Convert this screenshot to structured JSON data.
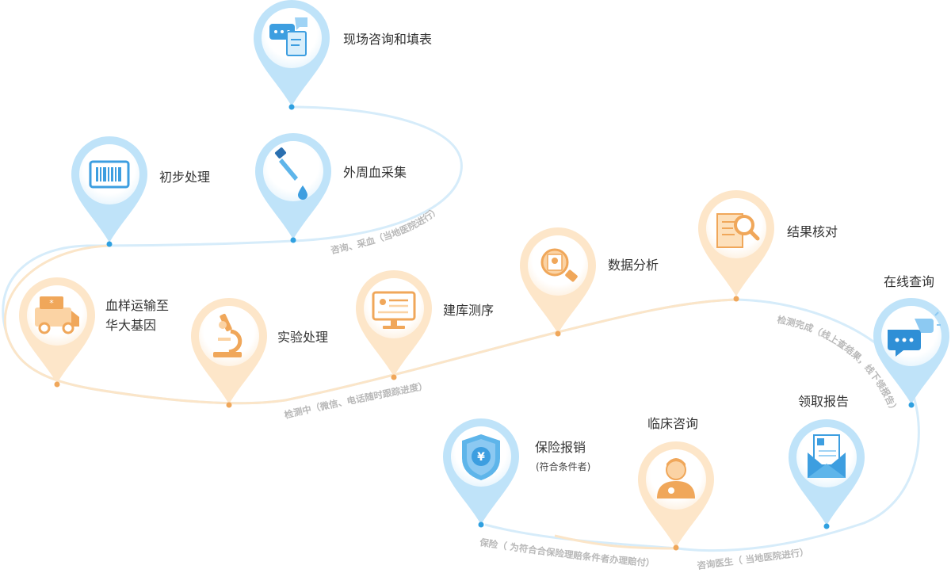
{
  "steps": {
    "consult_form": "现场咨询和填表",
    "blood_collect": "外周血采集",
    "preprocess": "初步处理",
    "transport_line1": "血样运输至",
    "transport_line2": "华大基因",
    "lab_process": "实验处理",
    "library_seq": "建库测序",
    "data_analysis": "数据分析",
    "result_check": "结果核对",
    "online_query": "在线查询",
    "get_report": "领取报告",
    "clinical_consult": "临床咨询",
    "insurance": "保险报销",
    "insurance_note": "(符合条件者)"
  },
  "path_notes": {
    "consult_collect": "咨询、采血（当地医院进行）",
    "in_testing": "检测中（微信、电话随时跟踪进度）",
    "test_done": "检测完成（线上查结果，线下领报告）",
    "doctor_consult": "咨询医生（ 当地医院进行）",
    "insurance_path": "保险（ 为符合合保险理赔条件者办理赔付）"
  },
  "colors": {
    "blue_pin": "#bfe3f9",
    "blue_icon": "#47a8e6",
    "orange_pin": "#fde6c9",
    "orange_icon": "#f0a75a",
    "path_blue": "#d3ebf9",
    "path_orange": "#fbe8cf"
  },
  "icons": {
    "consult_form": "chat-form-icon",
    "blood_collect": "dropper-icon",
    "preprocess": "barcode-icon",
    "transport": "ambulance-icon",
    "lab_process": "microscope-icon",
    "library_seq": "monitor-icon",
    "data_analysis": "report-magnifier-icon",
    "result_check": "document-search-icon",
    "online_query": "chat-bubble-icon",
    "get_report": "report-envelope-icon",
    "clinical_consult": "doctor-icon",
    "insurance": "yuan-shield-icon"
  }
}
